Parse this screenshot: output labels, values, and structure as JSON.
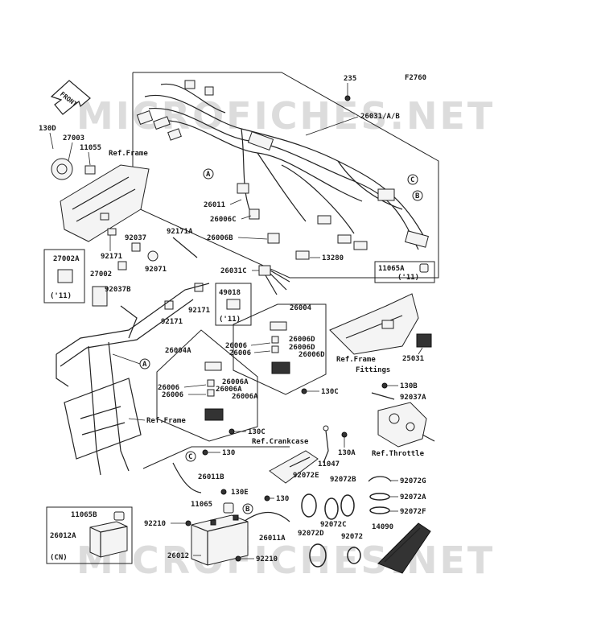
{
  "figure_code": "F2760",
  "watermark": "MICROFICHES.NET",
  "front_arrow": "FRONT",
  "callouts": {
    "A": "A",
    "B": "B",
    "C": "C"
  },
  "refs": {
    "frame": "Ref.Frame",
    "frame_fittings_1": "Ref.Frame",
    "frame_fittings_2": "Fittings",
    "crankcase": "Ref.Crankcase",
    "throttle": "Ref.Throttle"
  },
  "variants": {
    "y11": "('11)",
    "cn": "(CN)"
  },
  "parts": {
    "p235": "235",
    "p26031": "26031/A/B",
    "p130D": "130D",
    "p27003": "27003",
    "p11055": "11055",
    "p26011": "26011",
    "p26006C": "26006C",
    "p26006B": "26006B",
    "p13280": "13280",
    "p11065A": "11065A",
    "p92037": "92037",
    "p92171A": "92171A",
    "p92171_a": "92171",
    "p92071": "92071",
    "p26031C": "26031C",
    "p27002A": "27002A",
    "p27002": "27002",
    "p92037B": "92037B",
    "p49018": "49018",
    "p92171_b": "92171",
    "p92171_c": "92171",
    "p26004": "26004",
    "p26006D_1": "26006D",
    "p26006_1": "26006",
    "p26006D_2": "26006D",
    "p26006_2": "26006",
    "p26006D_3": "26006D",
    "p26004A": "26004A",
    "p25031": "25031",
    "p26006_3": "26006",
    "p26006A_1": "26006A",
    "p26006A_2": "26006A",
    "p26006_4": "26006",
    "p26006A_3": "26006A",
    "p130C_1": "130C",
    "p130B": "130B",
    "p92037A": "92037A",
    "p130C_2": "130C",
    "p11047": "11047",
    "p130A": "130A",
    "p26011B": "26011B",
    "p130": "130",
    "p130E": "130E",
    "p92072E": "92072E",
    "p92072B": "92072B",
    "p92072G": "92072G",
    "p92072A": "92072A",
    "p92072F": "92072F",
    "p11065": "11065",
    "p130_2": "130",
    "p11065B": "11065B",
    "p92210": "92210",
    "p26011A": "26011A",
    "p92072C": "92072C",
    "p14090": "14090",
    "p26012A": "26012A",
    "p92072D": "92072D",
    "p92072": "92072",
    "p26012": "26012",
    "p92210_b": "92210"
  }
}
